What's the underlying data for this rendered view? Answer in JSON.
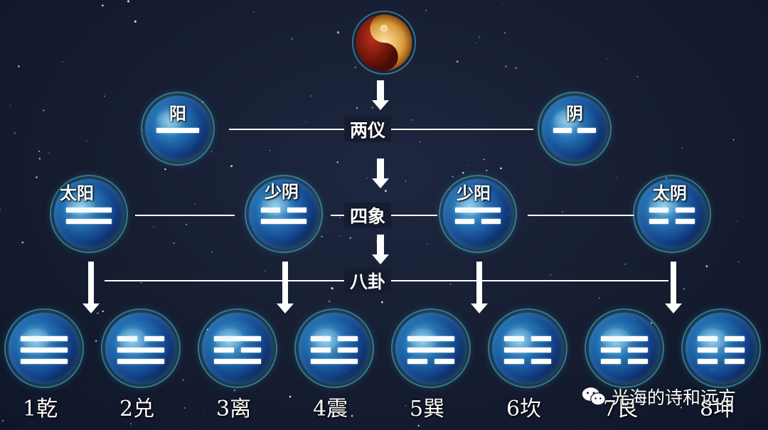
{
  "top": {
    "taiji_icon": "taiji-yin-yang-icon"
  },
  "levels": {
    "liangyi": {
      "label": "两仪"
    },
    "sixiang": {
      "label": "四象"
    },
    "bagua": {
      "label": "八卦"
    }
  },
  "liangyi": [
    {
      "label": "阳",
      "lines": [
        "yang"
      ]
    },
    {
      "label": "阴",
      "lines": [
        "yin"
      ]
    }
  ],
  "sixiang": [
    {
      "label": "太阳",
      "lines": [
        "yang",
        "yang"
      ]
    },
    {
      "label": "少阴",
      "lines": [
        "yin",
        "yang"
      ]
    },
    {
      "label": "少阳",
      "lines": [
        "yang",
        "yin"
      ]
    },
    {
      "label": "太阴",
      "lines": [
        "yin",
        "yin"
      ]
    }
  ],
  "bagua": [
    {
      "label": "1乾",
      "lines": [
        "yang",
        "yang",
        "yang"
      ]
    },
    {
      "label": "2兑",
      "lines": [
        "yin",
        "yang",
        "yang"
      ]
    },
    {
      "label": "3离",
      "lines": [
        "yang",
        "yin",
        "yang"
      ]
    },
    {
      "label": "4震",
      "lines": [
        "yin",
        "yin",
        "yang"
      ]
    },
    {
      "label": "5巽",
      "lines": [
        "yang",
        "yang",
        "yin"
      ]
    },
    {
      "label": "6坎",
      "lines": [
        "yin",
        "yang",
        "yin"
      ]
    },
    {
      "label": "7艮",
      "lines": [
        "yang",
        "yin",
        "yin"
      ]
    },
    {
      "label": "8坤",
      "lines": [
        "yin",
        "yin",
        "yin"
      ]
    }
  ],
  "watermark": {
    "text": "光海的诗和远方",
    "icon": "wechat-icon"
  },
  "colors": {
    "background": "#161d30",
    "orb_glow": "#3cbee6",
    "line": "#ffffff"
  }
}
